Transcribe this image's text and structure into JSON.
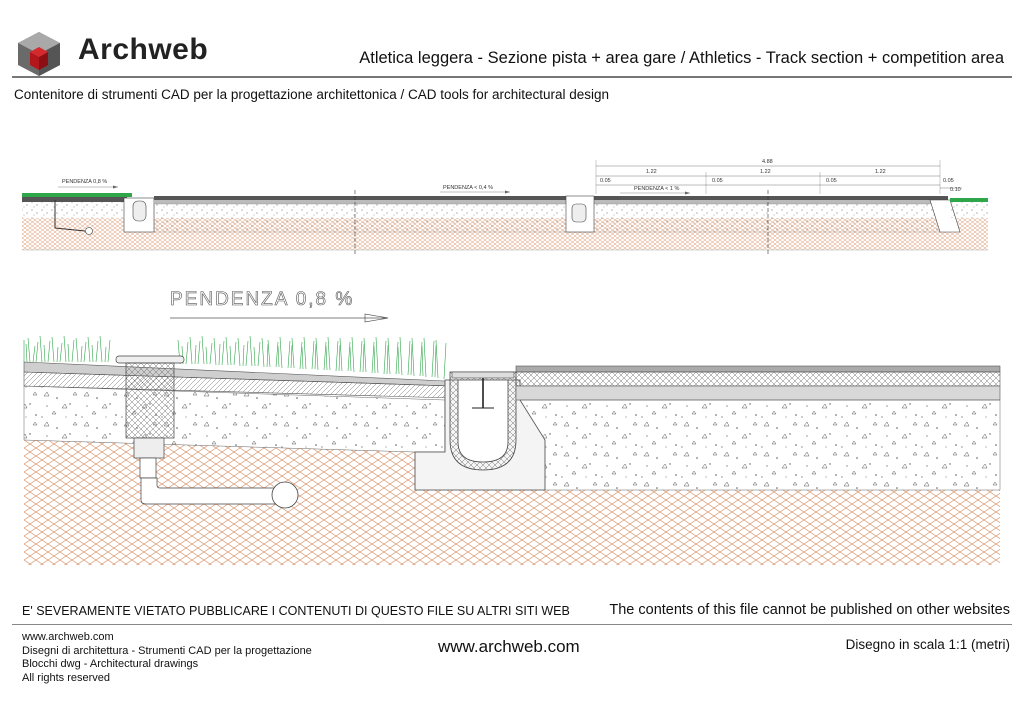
{
  "header": {
    "brand": "Archweb",
    "title": "Atletica leggera - Sezione pista + area gare  /  Athletics - Track section + competition area",
    "subtitle": "Contenitore di strumenti CAD per la progettazione architettonica  /  CAD tools for architectural design"
  },
  "drawing": {
    "overview": {
      "slope_left": "PENDENZA 0,8 %",
      "slope_mid": "PENDENZA < 0,4 %",
      "slope_right": "PENDENZA < 1 %",
      "dim_total": "4.88",
      "dim_lanes": [
        "1.22",
        "1.22",
        "1.22"
      ],
      "dim_gaps": [
        "0.05",
        "0.05",
        "0.05",
        "0.05"
      ],
      "dim_end": "0.10"
    },
    "detail": {
      "slope_label": "PENDENZA 0,8 %"
    },
    "colors": {
      "grass": "#2fa64a",
      "soil_hatch": "#d9926a",
      "concrete_fill": "#f4f4f4"
    }
  },
  "notice": {
    "italian": "E' SEVERAMENTE VIETATO PUBBLICARE I CONTENUTI DI QUESTO FILE SU ALTRI SITI WEB",
    "english": "The contents of this file cannot be published on other websites"
  },
  "footer": {
    "lines": [
      "www.archweb.com",
      "Disegni di architettura - Strumenti CAD  per la progettazione",
      "Blocchi dwg - Architectural drawings",
      "All rights reserved"
    ],
    "center_url": "www.archweb.com",
    "scale": "Disegno in scala 1:1 (metri)"
  }
}
